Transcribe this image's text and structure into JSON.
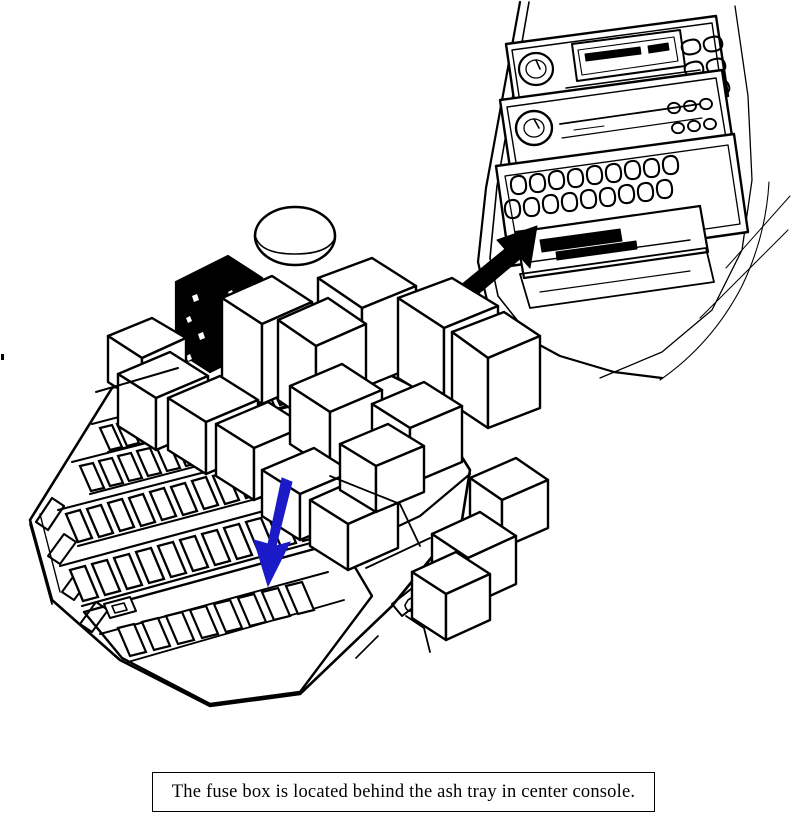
{
  "document": {
    "type": "automotive-service-illustration",
    "subject": "Fuse box location and interior fuse/relay panel detail"
  },
  "caption": {
    "text": "The fuse box is located behind the ash tray in center console.",
    "border_color": "#000000",
    "text_color": "#000000"
  },
  "colors": {
    "ink": "#000000",
    "paper": "#ffffff",
    "highlight_arrow": "#1a1ac8",
    "pointer_arrow": "#000000"
  },
  "figures": [
    {
      "id": "fuse-panel-detail",
      "label": "Fuse and relay panel, exploded isometric view",
      "description": "Isometric view of the fuse/relay block showing rows of cube relays on the upper deck, one black relay, one cylindrical relay, and banks of rounded rectangular fuse slots on the lower deck.",
      "components": {
        "relay_cubes_large": 11,
        "relay_cubes_small": 7,
        "relay_black": 1,
        "relay_cylindrical": 1,
        "side_ledge_relays": 3,
        "fuse_slot_rows": 4,
        "fuse_slots_per_row": 12
      }
    },
    {
      "id": "center-console",
      "label": "Center console with audio head unit and climate controls",
      "description": "Line drawing of the vehicle center console stack: cassette/CD head unit with rotary knobs and preset buttons on top, secondary unit below, and two rows of oval HVAC buttons near the ash tray opening.",
      "components": {
        "head_units": 2,
        "rotary_knobs": 2,
        "preset_buttons": 9,
        "hvac_button_rows": 2,
        "hvac_buttons_per_row": 9
      }
    }
  ],
  "annotations": [
    {
      "id": "console-pointer",
      "style": "solid black arrow",
      "points_to": "ash tray / fuse panel access opening in the center console",
      "direction": "up-right",
      "color": "#000000"
    },
    {
      "id": "fuse-highlight",
      "style": "solid blue arrow",
      "points_to": "specific fuse slot in the fuse panel",
      "direction": "down",
      "color": "#1a1ac8"
    }
  ]
}
